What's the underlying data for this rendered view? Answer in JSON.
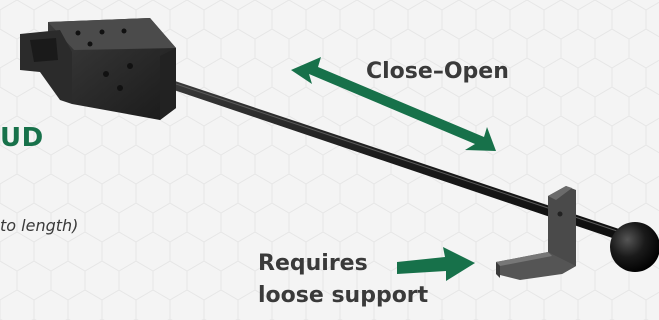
{
  "labels": {
    "title_fragment": "UD",
    "subtitle_fragment": "to length)",
    "close_open": "Close–Open",
    "requires_line1": "Requires",
    "requires_line2": "loose support"
  },
  "colors": {
    "accent_green": "#17714a",
    "text_dark": "#3a3a3a",
    "background": "#f4f4f4",
    "hex_pattern": "#e7e7e7",
    "rod": "#1c1c1c"
  },
  "icons": [
    "bidirectional-arrow-icon",
    "right-arrow-icon"
  ]
}
